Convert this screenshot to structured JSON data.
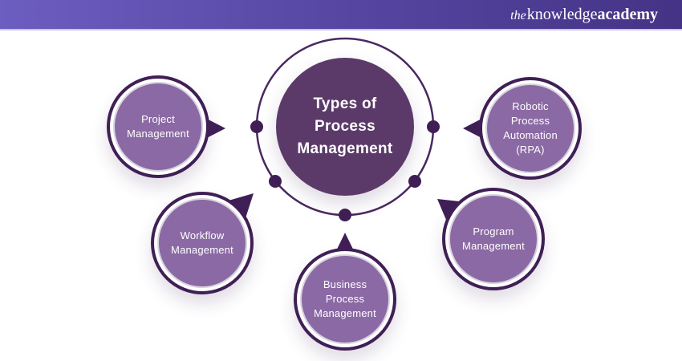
{
  "header": {
    "logo": {
      "the": "the",
      "knowledge": "knowledge",
      "academy": "academy"
    }
  },
  "hub": {
    "title": "Types of Process Management",
    "title_lines": [
      "Types of",
      "Process",
      "Management"
    ]
  },
  "satellites": [
    {
      "id": "project-management",
      "label": "Project Management",
      "label_lines": [
        "Project",
        "Management"
      ]
    },
    {
      "id": "robotic-process-automation",
      "label": "Robotic Process Automation (RPA)",
      "label_lines": [
        "Robotic",
        "Process",
        "Automation",
        "(RPA)"
      ]
    },
    {
      "id": "workflow-management",
      "label": "Workflow Management",
      "label_lines": [
        "Workflow",
        "Management"
      ]
    },
    {
      "id": "program-management",
      "label": "Program Management",
      "label_lines": [
        "Program",
        "Management"
      ]
    },
    {
      "id": "business-process-management",
      "label": "Business Process Management",
      "label_lines": [
        "Business",
        "Process",
        "Management"
      ]
    }
  ],
  "colors": {
    "header_gradient_left": "#6c5dc0",
    "header_gradient_right": "#443385",
    "hub_fill": "#5b3a69",
    "satellite_fill": "#8b69a4",
    "outline_dark": "#3f1f55",
    "ring_stroke": "#4a2960",
    "text": "#ffffff"
  }
}
